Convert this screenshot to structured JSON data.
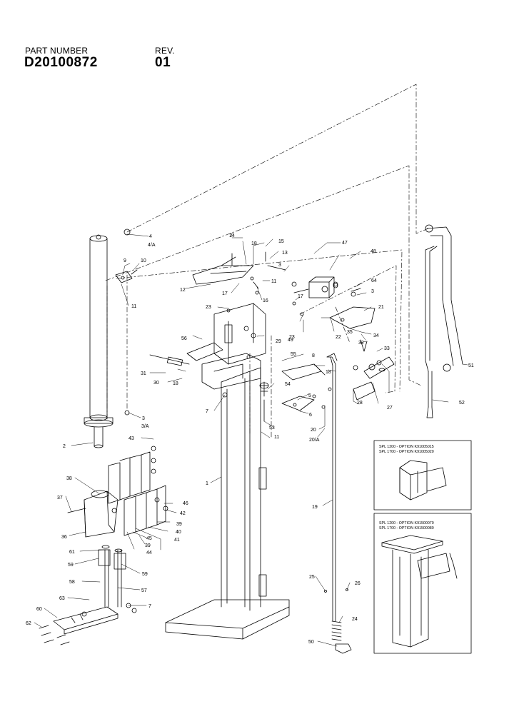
{
  "header": {
    "part_number_label": "PART NUMBER",
    "part_number": "D20100872",
    "rev_label": "REV.",
    "rev": "01"
  },
  "callouts": [
    "1",
    "2",
    "3",
    "3/A",
    "4",
    "4/A",
    "5",
    "6",
    "7",
    "8",
    "9",
    "10",
    "11",
    "12",
    "13",
    "14",
    "15",
    "16",
    "17",
    "18",
    "19",
    "20",
    "20/A",
    "21",
    "22",
    "23",
    "24",
    "25",
    "26",
    "27",
    "28",
    "29",
    "30",
    "31",
    "32",
    "33",
    "34",
    "35",
    "36",
    "37",
    "38",
    "39",
    "40",
    "41",
    "42",
    "43",
    "44",
    "45",
    "46",
    "47",
    "48",
    "49",
    "50",
    "51",
    "52",
    "53",
    "54",
    "55",
    "56",
    "57",
    "58",
    "59",
    "60",
    "61",
    "62",
    "63",
    "64"
  ],
  "option_boxes": [
    {
      "lines": [
        "SPL 1200 - OPTION K91005015",
        "SPL 1700 - OPTION K91005020"
      ]
    },
    {
      "lines": [
        "SPL 1200 - OPTION K91500070",
        "SPL 1700 - OPTION K91500080"
      ]
    }
  ],
  "colors": {
    "line": "#000000",
    "background": "#ffffff"
  }
}
